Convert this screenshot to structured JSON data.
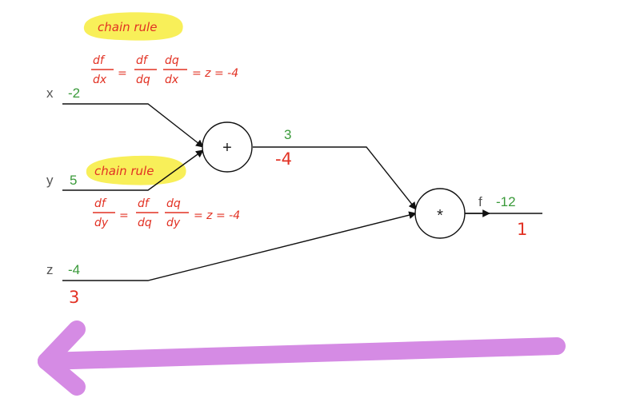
{
  "inputs": {
    "x": {
      "label": "x",
      "value": "-2"
    },
    "y": {
      "label": "y",
      "value": "5"
    },
    "z": {
      "label": "z",
      "value": "-4",
      "grad": "3"
    }
  },
  "nodes": {
    "add": {
      "symbol": "+",
      "value": "3",
      "grad": "-4"
    },
    "mul": {
      "symbol": "*"
    }
  },
  "output": {
    "label": "f",
    "value": "-12",
    "grad": "1"
  },
  "annotations": {
    "chain_rule_top": "chain rule",
    "chain_rule_mid": "chain rule",
    "eq_x": {
      "lhs_num": "df",
      "lhs_den": "dx",
      "r1_num": "df",
      "r1_den": "dq",
      "r2_num": "dq",
      "r2_den": "dx",
      "tail": "= z = -4"
    },
    "eq_y": {
      "lhs_num": "df",
      "lhs_den": "dy",
      "r1_num": "df",
      "r1_den": "dq",
      "r2_num": "dq",
      "r2_den": "dy",
      "tail": "= z = -4"
    }
  },
  "colors": {
    "forward_value": "#3a9a3a",
    "gradient": "#e23224",
    "highlight": "#f7ec3c",
    "backprop_arrow": "#d58be4"
  },
  "backprop_arrow_icon": "left-arrow-icon"
}
